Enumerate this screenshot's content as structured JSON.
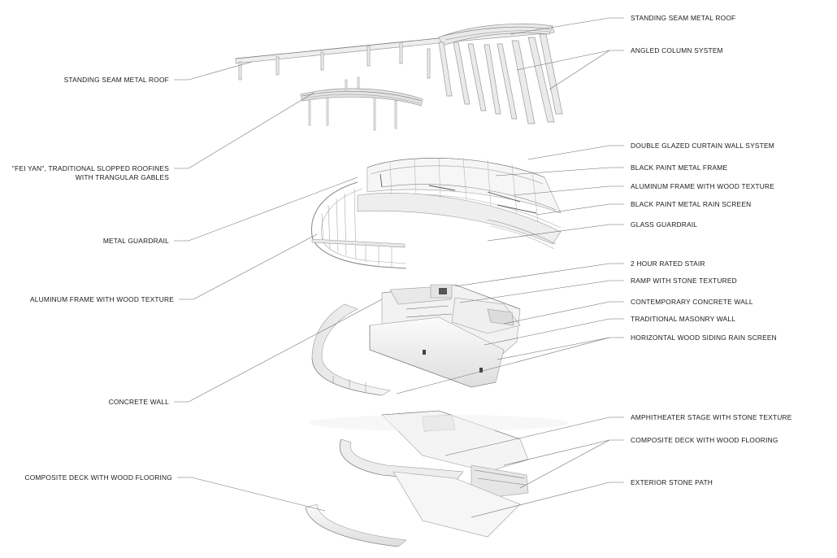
{
  "labels_left": [
    {
      "id": "roof-left",
      "text": "STANDING SEAM METAL ROOF"
    },
    {
      "id": "fei-yan-1",
      "text": "\"FEI YAN\", TRADITIONAL SLOPPED ROOFINES"
    },
    {
      "id": "fei-yan-2",
      "text": "WITH TRANGULAR GABLES"
    },
    {
      "id": "metal-guardrail",
      "text": "METAL GUARDRAIL"
    },
    {
      "id": "alu-frame-left",
      "text": "ALUMINUM FRAME WITH WOOD TEXTURE"
    },
    {
      "id": "concrete-wall",
      "text": "CONCRETE WALL"
    },
    {
      "id": "deck-left",
      "text": "COMPOSITE DECK WITH WOOD FLOORING"
    }
  ],
  "labels_right": [
    {
      "id": "roof-right",
      "text": "STANDING SEAM METAL ROOF"
    },
    {
      "id": "angled-columns",
      "text": "ANGLED COLUMN SYSTEM"
    },
    {
      "id": "curtain-wall",
      "text": "DOUBLE GLAZED CURTAIN WALL SYSTEM"
    },
    {
      "id": "black-frame",
      "text": "BLACK PAINT METAL FRAME"
    },
    {
      "id": "alu-frame-right",
      "text": "ALUMINUM FRAME WITH WOOD TEXTURE"
    },
    {
      "id": "rain-screen-metal",
      "text": "BLACK PAINT METAL RAIN SCREEN"
    },
    {
      "id": "glass-guardrail",
      "text": "GLASS GUARDRAIL"
    },
    {
      "id": "stair",
      "text": "2 HOUR RATED STAIR"
    },
    {
      "id": "ramp",
      "text": "RAMP WITH STONE TEXTURED"
    },
    {
      "id": "contemporary-wall",
      "text": "CONTEMPORARY CONCRETE WALL"
    },
    {
      "id": "masonry-wall",
      "text": "TRADITIONAL MASONRY WALL"
    },
    {
      "id": "wood-siding",
      "text": "HORIZONTAL WOOD SIDING RAIN SCREEN"
    },
    {
      "id": "amphitheater",
      "text": "AMPHITHEATER STAGE WITH STONE TEXTURE"
    },
    {
      "id": "deck-right",
      "text": "COMPOSITE DECK WITH WOOD FLOORING"
    },
    {
      "id": "stone-path",
      "text": "EXTERIOR STONE PATH"
    }
  ]
}
